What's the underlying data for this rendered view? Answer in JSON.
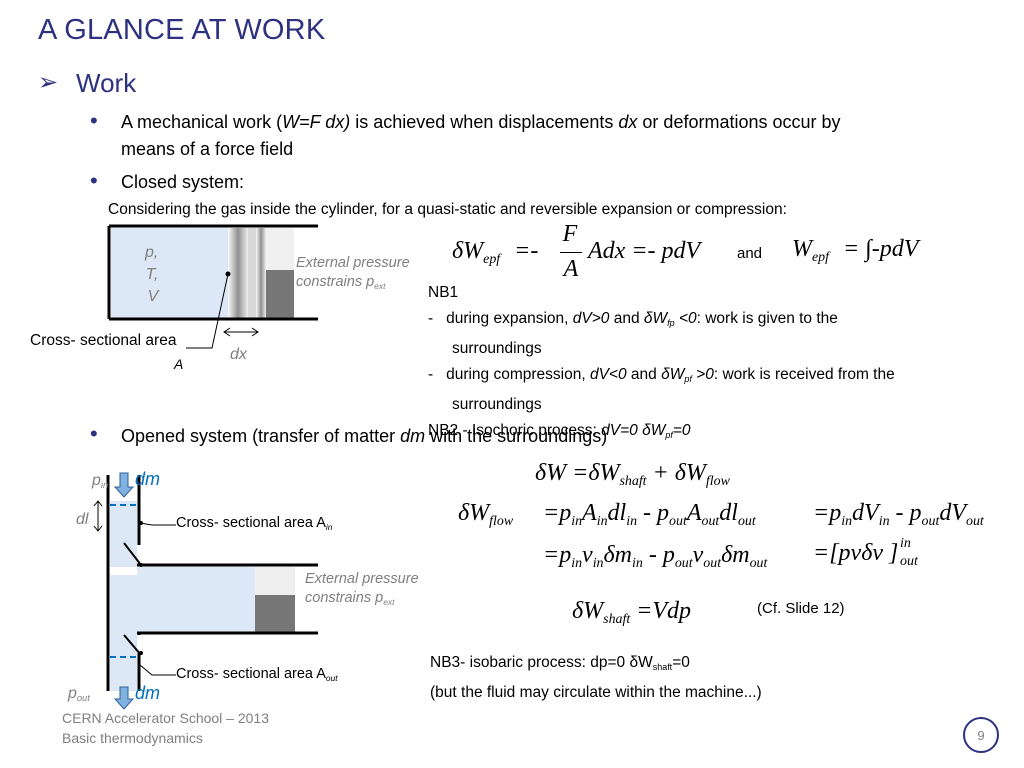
{
  "slide": {
    "title": "A GLANCE AT WORK",
    "section": "Work",
    "bullet1_a": "A mechanical work (",
    "bullet1_b": "W=F dx)",
    "bullet1_c": " is achieved when displacements ",
    "bullet1_d": "dx",
    "bullet1_e": " or deformations occur by",
    "bullet1_line2": "means of a force field",
    "bullet2": "Closed system:",
    "considering": "Considering the gas inside the cylinder, for a quasi-static and reversible expansion or compression:",
    "bullet3_a": "Opened system (transfer of matter ",
    "bullet3_b": "dm",
    "bullet3_c": " with the surroundings)"
  },
  "closed_fig": {
    "gas_p": "p,",
    "gas_T": "T,",
    "gas_V": "V",
    "ext_line1": "External pressure",
    "ext_line2": "constrains p",
    "ext_sub": "ext",
    "cross": "Cross- sectional area",
    "cross_A": "A",
    "dx": "dx"
  },
  "nb1": {
    "title": "NB1",
    "l1_a": " during expansion, ",
    "l1_b": "dV>0",
    "l1_c": " and ",
    "l1_d": "δW",
    "l1_sub": "fp",
    "l1_e": " <0",
    "l1_f": ": work is given to the",
    "l1_2": "surroundings",
    "l2_a": " during compression, ",
    "l2_b": "dV<0",
    "l2_c": " and ",
    "l2_d": "δW",
    "l2_sub": "pf",
    "l2_e": " >0",
    "l2_f": ": work is received from the",
    "l2_2": "surroundings",
    "nb2_a": "NB2 - Isochoric process: ",
    "nb2_b": "dV=0   δW",
    "nb2_sub": "pf",
    "nb2_c": "=0"
  },
  "eq_closed": {
    "lhs": "δW",
    "lhs_sub": "epf",
    "eq": "=-",
    "num": "F",
    "den": "A",
    "mid": "Adx =- pdV",
    "and": "and",
    "rhs": "W",
    "rhs_sub": "epf",
    "rhs_eq": "= ∫-pdV"
  },
  "open_fig": {
    "pin": "p",
    "pin_sub": "in",
    "dm_top": "dm",
    "dl": "dl",
    "cross_in": "Cross- sectional area A",
    "cross_in_sub": "in",
    "ext_line1": "External pressure",
    "ext_line2": "constrains p",
    "ext_sub": "ext",
    "cross_out": "Cross- sectional area A",
    "cross_out_sub": "out",
    "pout": "p",
    "pout_sub": "out",
    "dm_bot": "dm"
  },
  "eq_open": {
    "e1_a": "δW =δW",
    "e1_sub1": "shaft",
    "e1_b": " + δW",
    "e1_sub2": "flow",
    "e2_lhs": "δW",
    "e2_lhs_sub": "flow",
    "e3_rhs_sup": "in",
    "e3_rhs_sub": "out",
    "e4_a": "δW",
    "e4_sub": "shaft",
    "e4_b": " =Vdp",
    "cf": "(Cf. Slide 12)"
  },
  "nb3": {
    "l1_a": "NB3- isobaric process: dp=0   δW",
    "l1_sub": "shaft",
    "l1_b": "=0",
    "l2": "(but the fluid may circulate within the machine...)"
  },
  "footer": {
    "line1": "CERN Accelerator School – 2013",
    "line2": "Basic thermodynamics",
    "page": "9"
  },
  "colors": {
    "title": "#2e3180",
    "blue": "#0070c0",
    "gas": "#dce8f5"
  }
}
